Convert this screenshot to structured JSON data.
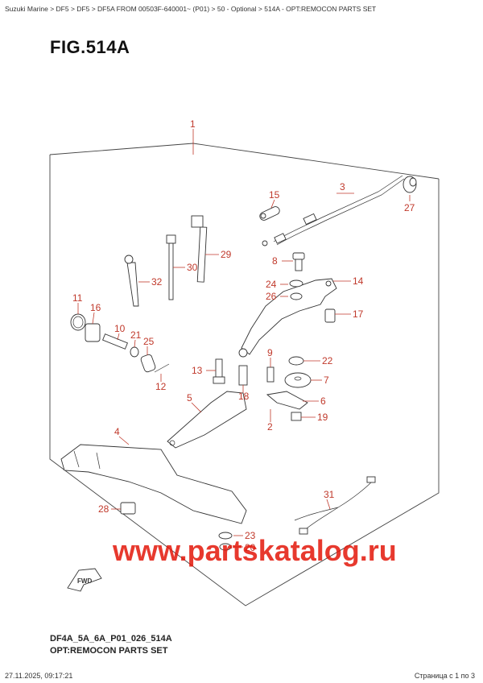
{
  "breadcrumb": "Suzuki Marine > DF5 > DF5 > DF5A FROM 00503F-640001~ (P01) > 50 - Optional > 514A - OPT:REMOCON PARTS SET",
  "figure_title": "FIG.514A",
  "footer": {
    "code": "DF4A_5A_6A_P01_026_514A",
    "caption": "OPT:REMOCON PARTS SET"
  },
  "timestamp": "27.11.2025, 09:17:21",
  "page_count": "Страница с 1 по 3",
  "watermark": "www.partskatalog.ru",
  "fwd_label": "FWD",
  "callouts": {
    "c1": "1",
    "c2": "2",
    "c3": "3",
    "c4": "4",
    "c5": "5",
    "c6": "6",
    "c7": "7",
    "c8": "8",
    "c9": "9",
    "c10": "10",
    "c11": "11",
    "c12": "12",
    "c13": "13",
    "c14": "14",
    "c15": "15",
    "c16": "16",
    "c17": "17",
    "c18": "18",
    "c19": "19",
    "c20": "20",
    "c21": "21",
    "c22": "22",
    "c23": "23",
    "c24": "24",
    "c25": "25",
    "c26": "26",
    "c27": "27",
    "c28": "28",
    "c29": "29",
    "c30": "30",
    "c31": "31",
    "c32": "32"
  },
  "colors": {
    "callout": "#c0392b",
    "watermark": "#e3170a"
  }
}
